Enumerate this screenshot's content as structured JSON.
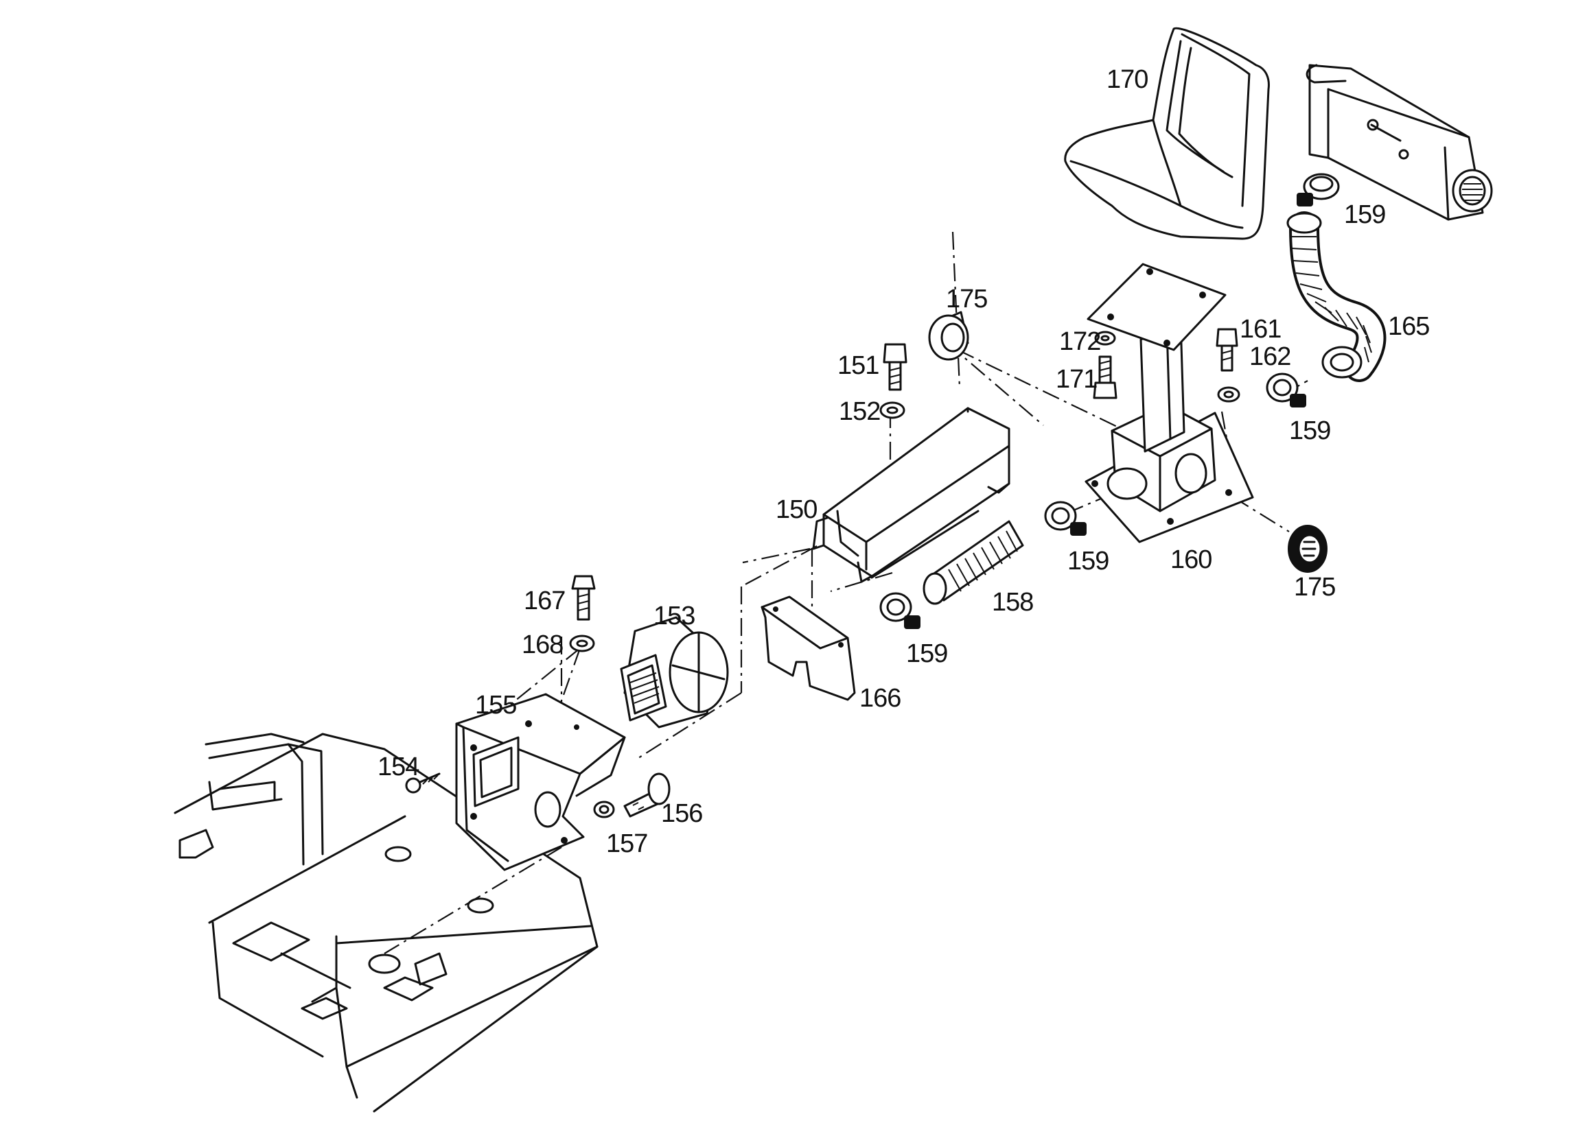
{
  "diagram": {
    "part_labels": {
      "p150": "150",
      "p151": "151",
      "p152": "152",
      "p153": "153",
      "p154": "154",
      "p155": "155",
      "p156": "156",
      "p157": "157",
      "p158": "158",
      "p159a": "159",
      "p159b": "159",
      "p159c": "159",
      "p159d": "159",
      "p160": "160",
      "p161": "161",
      "p162": "162",
      "p165": "165",
      "p166": "166",
      "p167": "167",
      "p168": "168",
      "p170": "170",
      "p171": "171",
      "p172": "172",
      "p175a": "175",
      "p175b": "175"
    }
  }
}
